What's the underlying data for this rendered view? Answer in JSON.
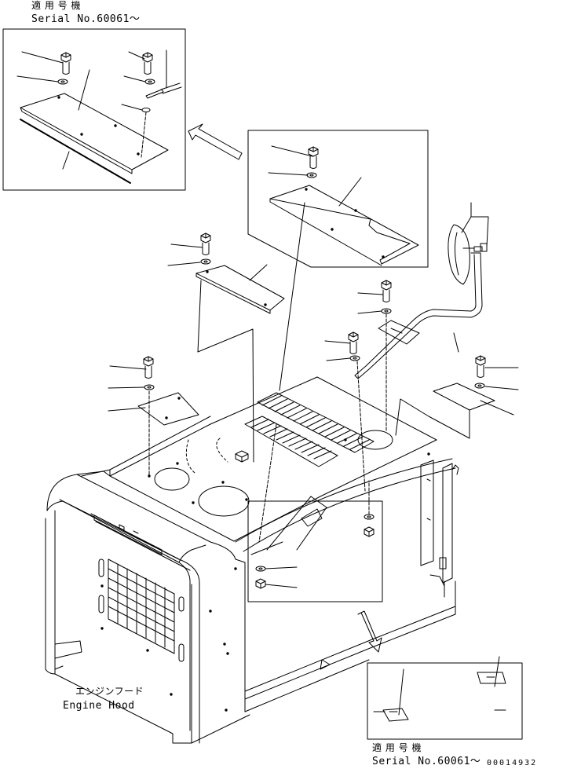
{
  "labels": {
    "top_applicable_jp": "適 用 号 機",
    "top_serial": "Serial No.60061～",
    "bottom_applicable_jp": "適 用 号 機",
    "bottom_serial": "Serial No.60061～",
    "engine_hood_jp": "エンジンフード",
    "engine_hood_en": "Engine Hood",
    "drawing_number": "00014932"
  },
  "colors": {
    "line": "#000000",
    "background": "#ffffff"
  }
}
